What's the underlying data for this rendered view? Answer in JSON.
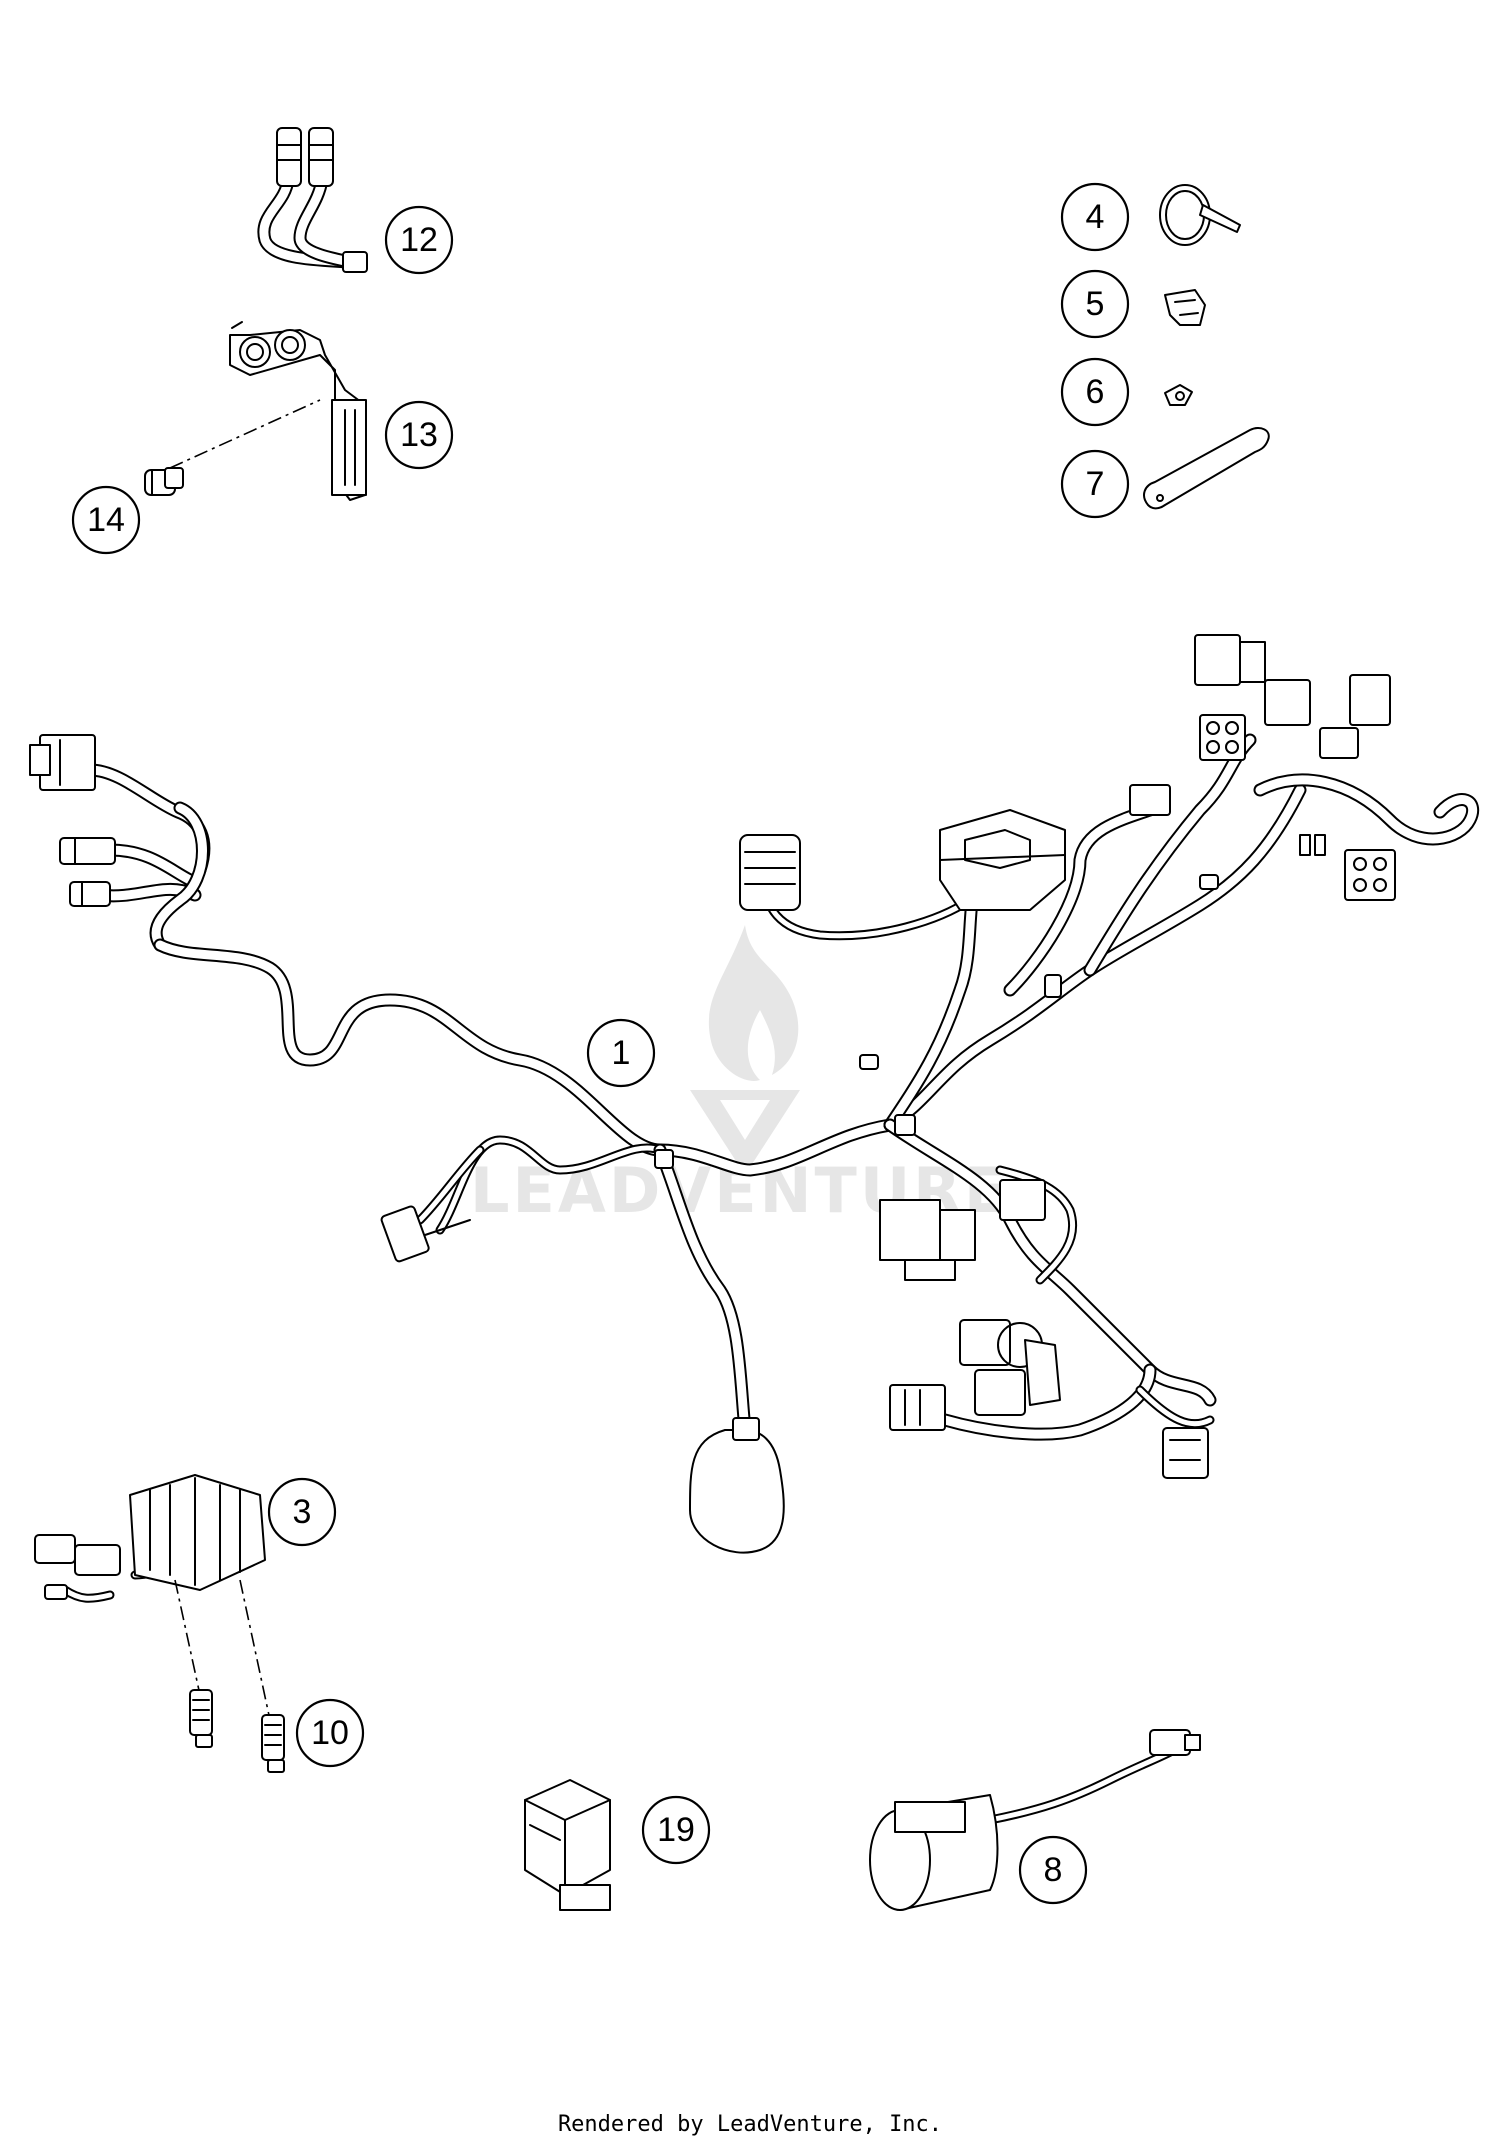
{
  "watermark": {
    "text": "LEADVENTURE"
  },
  "callouts": [
    {
      "id": "1",
      "label": "1"
    },
    {
      "id": "3",
      "label": "3"
    },
    {
      "id": "4",
      "label": "4"
    },
    {
      "id": "5",
      "label": "5"
    },
    {
      "id": "6",
      "label": "6"
    },
    {
      "id": "7",
      "label": "7"
    },
    {
      "id": "8",
      "label": "8"
    },
    {
      "id": "10",
      "label": "10"
    },
    {
      "id": "12",
      "label": "12"
    },
    {
      "id": "13",
      "label": "13"
    },
    {
      "id": "14",
      "label": "14"
    },
    {
      "id": "19",
      "label": "19"
    }
  ],
  "footer": {
    "text": "Rendered by LeadVenture, Inc."
  }
}
